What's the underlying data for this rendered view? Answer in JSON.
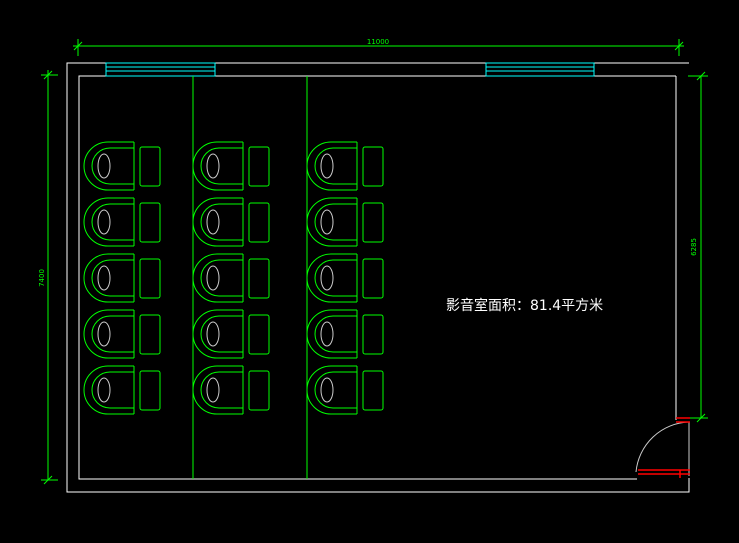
{
  "drawing": {
    "area_label": "影音室面积：81.4平方米",
    "dimensions": {
      "top_width": "11000",
      "left_height": "7400",
      "right_height": "6285"
    },
    "seating": {
      "rows": 5,
      "columns": 3,
      "seat_count": 15
    },
    "colors": {
      "background": "#000000",
      "walls": "#ffffff",
      "dimensions": "#00ff00",
      "furniture": "#00ff00",
      "windows": "#00ffff",
      "door": "#ff0000",
      "seat_cushion": "#cccccc"
    }
  }
}
